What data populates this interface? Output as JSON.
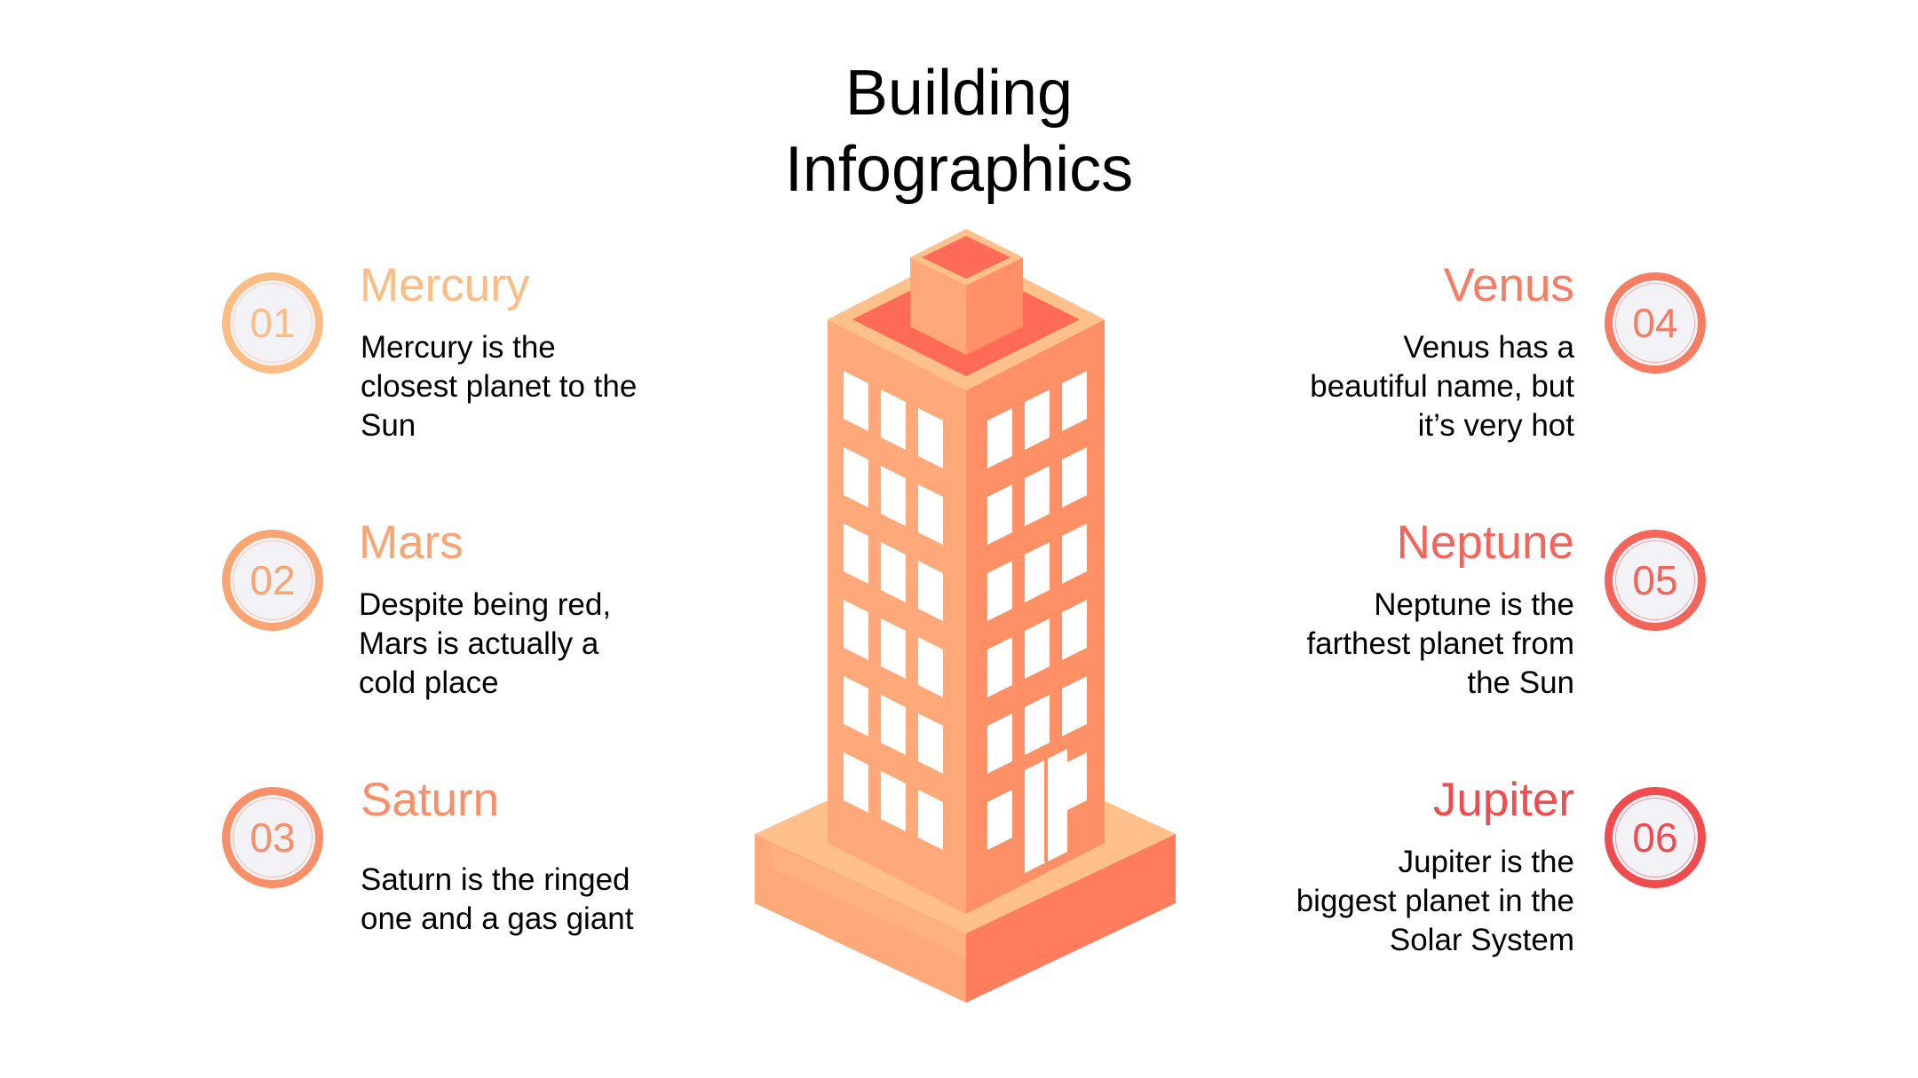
{
  "title": {
    "line1": "Building",
    "line2": "Infographics"
  },
  "items": [
    {
      "num": "01",
      "title": "Mercury",
      "text": "Mercury is the\nclosest planet to the\nSun",
      "color": "#fbbd84"
    },
    {
      "num": "02",
      "title": "Mars",
      "text": "Despite being red,\nMars is actually a\ncold place",
      "color": "#f9a473"
    },
    {
      "num": "03",
      "title": "Saturn",
      "text": "Saturn is the ringed\none and a gas giant",
      "color": "#f88f68"
    },
    {
      "num": "04",
      "title": "Venus",
      "text": "Venus has a\nbeautiful name, but\nit’s very hot",
      "color": "#f67c63"
    },
    {
      "num": "05",
      "title": "Neptune",
      "text": "Neptune is the\nfarthest planet from\nthe Sun",
      "color": "#f4645a"
    },
    {
      "num": "06",
      "title": "Jupiter",
      "text": "Jupiter is the\nbiggest planet in the\nSolar System",
      "color": "#f04c50"
    }
  ],
  "colors": {
    "building_front": "#ffa87a",
    "building_side": "#ff9066",
    "building_top": "#ffc08c",
    "building_accent": "#ff6b57",
    "window": "#ffffff"
  },
  "icons": {
    "illustration": "isometric-building-icon"
  }
}
